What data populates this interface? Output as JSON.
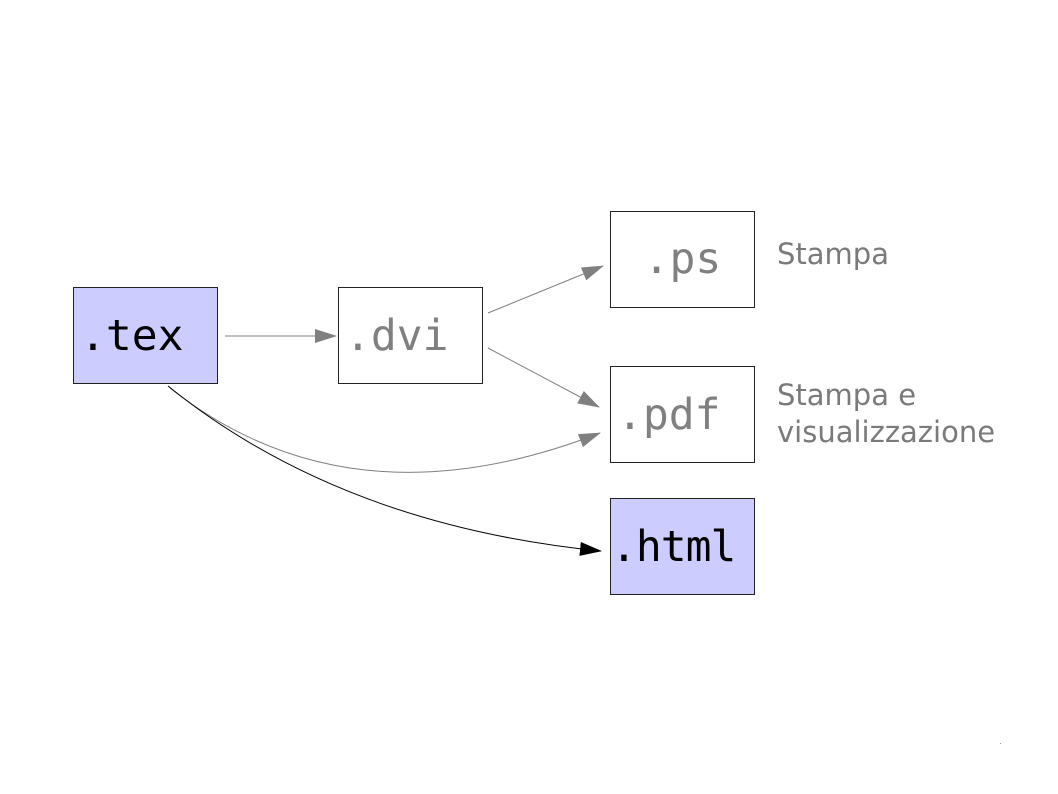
{
  "nodes": {
    "tex": ".tex",
    "dvi": ".dvi",
    "ps": ".ps",
    "pdf": ".pdf",
    "html": ".html"
  },
  "labels": {
    "ps": "Stampa",
    "pdf_line1": "Stampa e",
    "pdf_line2": "visualizzazione"
  },
  "colors": {
    "primary_fill": "#ccccff",
    "secondary_text": "#808080",
    "arrow_gray": "#808080",
    "arrow_black": "#000000"
  }
}
